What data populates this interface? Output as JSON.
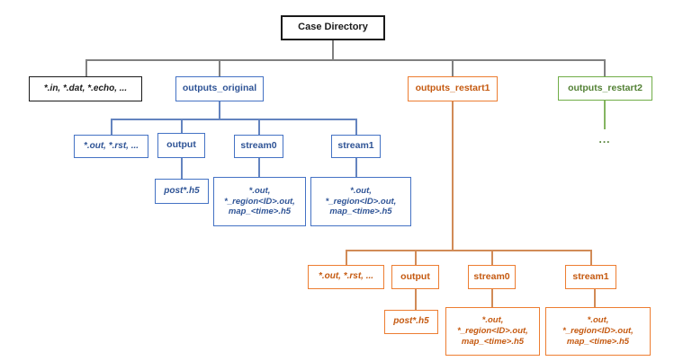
{
  "colors": {
    "black": "#1a1a1a",
    "blue_border": "#4472c4",
    "blue_text": "#2f5496",
    "orange_border": "#ed7d31",
    "orange_text": "#c55a11",
    "green_border": "#70ad47",
    "green_text": "#538135",
    "gray_line": "#808080",
    "blue_line": "#6484bf",
    "orange_line": "#d18b57",
    "green_line": "#85b561"
  },
  "tree": {
    "root": {
      "label": "Case Directory"
    },
    "case_files": {
      "label": "*.in, *.dat, *.echo, ..."
    },
    "outputs_original": {
      "label": "outputs_original",
      "files": "*.out, *.rst, ...",
      "output": {
        "label": "output",
        "files": "post*.h5"
      },
      "stream0": {
        "label": "stream0",
        "files": "*.out,\n*_region<ID>.out,\nmap_<time>.h5"
      },
      "stream1": {
        "label": "stream1",
        "files": "*.out,\n*_region<ID>.out,\nmap_<time>.h5"
      }
    },
    "outputs_restart1": {
      "label": "outputs_restart1",
      "files": "*.out, *.rst, ...",
      "output": {
        "label": "output",
        "files": "post*.h5"
      },
      "stream0": {
        "label": "stream0",
        "files": "*.out,\n*_region<ID>.out,\nmap_<time>.h5"
      },
      "stream1": {
        "label": "stream1",
        "files": "*.out,\n*_region<ID>.out,\nmap_<time>.h5"
      }
    },
    "outputs_restart2": {
      "label": "outputs_restart2",
      "ellipsis": "..."
    }
  }
}
